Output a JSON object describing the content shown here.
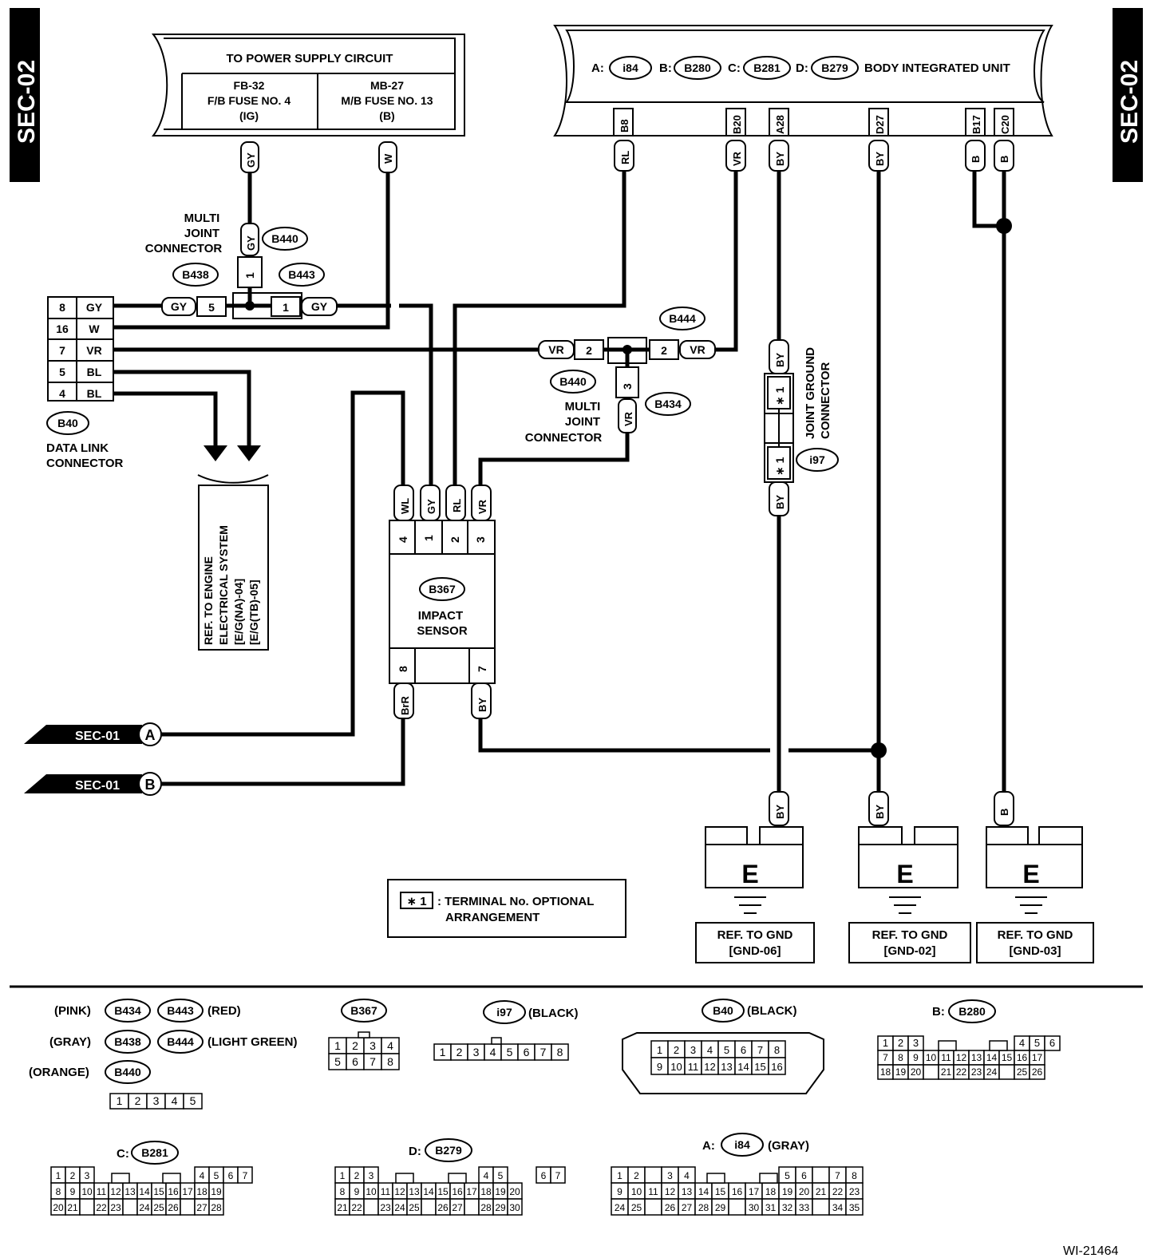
{
  "side_labels": {
    "left": "SEC-02",
    "right": "SEC-02"
  },
  "power_supply": {
    "title": "TO POWER SUPPLY CIRCUIT",
    "fb_code": "FB-32",
    "fb_name": "F/B FUSE NO. 4",
    "fb_sub": "(IG)",
    "mb_code": "MB-27",
    "mb_name": "M/B FUSE NO. 13",
    "mb_sub": "(B)"
  },
  "biu": {
    "title": "BODY INTEGRATED UNIT",
    "prefixes": [
      "A:",
      "B:",
      "C:",
      "D:"
    ],
    "connectors": [
      "i84",
      "B280",
      "B281",
      "B279"
    ],
    "pins": [
      "B8",
      "B20",
      "A28",
      "D27",
      "B17",
      "C20"
    ]
  },
  "wire_colors": {
    "gy": "GY",
    "w": "W",
    "rl": "RL",
    "vr": "VR",
    "by": "BY",
    "b": "B",
    "bl": "BL",
    "wl": "WL",
    "byr": "BrR"
  },
  "multi_joint_1": {
    "label_lines": [
      "MULTI",
      "JOINT",
      "CONNECTOR"
    ],
    "id_top": "B440",
    "id_left": "B438",
    "id_right": "B443",
    "pin_top": "1",
    "pin_left": "5",
    "pin_right": "1"
  },
  "data_link": {
    "id": "B40",
    "label_lines": [
      "DATA LINK",
      "CONNECTOR"
    ],
    "rows": [
      {
        "pin": "8",
        "color": "GY"
      },
      {
        "pin": "16",
        "color": "W"
      },
      {
        "pin": "7",
        "color": "VR"
      },
      {
        "pin": "5",
        "color": "BL"
      },
      {
        "pin": "4",
        "color": "BL"
      }
    ]
  },
  "engine_ref": {
    "lines": [
      "REF. TO ENGINE",
      "ELECTRICAL SYSTEM",
      "[E/G(NA)-04]",
      "[E/G(TB)-05]"
    ]
  },
  "multi_joint_2": {
    "label_lines": [
      "MULTI",
      "JOINT",
      "CONNECTOR"
    ],
    "id_top": "B444",
    "id_left": "B440",
    "id_right": "B434",
    "pin_left": "2",
    "pin_right": "2",
    "pin_bottom": "3"
  },
  "joint_ground": {
    "label_lines": [
      "JOINT GROUND",
      "CONNECTOR"
    ],
    "id": "i97",
    "pin": "∗ 1"
  },
  "impact_sensor": {
    "id": "B367",
    "label_lines": [
      "IMPACT",
      "SENSOR"
    ],
    "top_pins": [
      "4",
      "1",
      "2",
      "3"
    ],
    "bottom_pins": [
      "8",
      "7"
    ]
  },
  "sec_refs": [
    {
      "label": "SEC-01",
      "letter": "A"
    },
    {
      "label": "SEC-01",
      "letter": "B"
    }
  ],
  "grounds": [
    {
      "letter": "E",
      "ref": "REF. TO GND",
      "code": "[GND-06]"
    },
    {
      "letter": "E",
      "ref": "REF. TO GND",
      "code": "[GND-02]"
    },
    {
      "letter": "E",
      "ref": "REF. TO GND",
      "code": "[GND-03]"
    }
  ],
  "note": {
    "marker": "∗ 1",
    "line1": ": TERMINAL No. OPTIONAL",
    "line2": "ARRANGEMENT"
  },
  "legend": {
    "pink": "(PINK)",
    "red": "(RED)",
    "gray": "(GRAY)",
    "light_green": "(LIGHT GREEN)",
    "orange": "(ORANGE)",
    "black": "(BLACK)",
    "ids": {
      "b434": "B434",
      "b443": "B443",
      "b438": "B438",
      "b444": "B444",
      "b440": "B440",
      "b367": "B367",
      "i97": "i97",
      "b40": "B40",
      "b280": "B280",
      "b281": "B281",
      "b279": "B279",
      "i84": "i84"
    },
    "prefix_a": "A:",
    "prefix_b": "B:",
    "prefix_c": "C:",
    "prefix_d": "D:",
    "gray_paren": "(GRAY)"
  },
  "figure_code": "WI-21464"
}
